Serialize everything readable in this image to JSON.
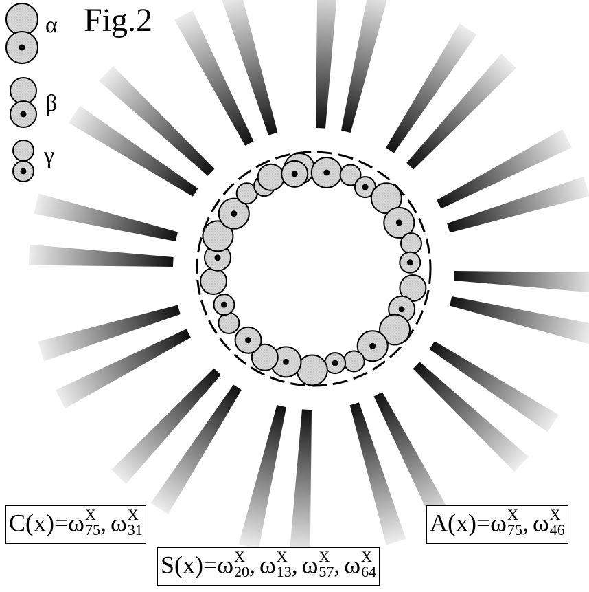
{
  "figure": {
    "title": "Fig.2"
  },
  "legend": [
    {
      "symbol": "α",
      "size": "large"
    },
    {
      "symbol": "β",
      "size": "medium"
    },
    {
      "symbol": "γ",
      "size": "small"
    }
  ],
  "formulas": {
    "C": {
      "lhs": "C(x)=",
      "terms": [
        {
          "base": "ω",
          "sup": "X",
          "sub": "75"
        },
        {
          "base": "ω",
          "sup": "X",
          "sub": "31"
        }
      ]
    },
    "A": {
      "lhs": "A(x)=",
      "terms": [
        {
          "base": "ω",
          "sup": "X",
          "sub": "75"
        },
        {
          "base": "ω",
          "sup": "X",
          "sub": "46"
        }
      ]
    },
    "S": {
      "lhs": "S(x)=",
      "terms": [
        {
          "base": "ω",
          "sup": "X",
          "sub": "20"
        },
        {
          "base": "ω",
          "sup": "X",
          "sub": "13"
        },
        {
          "base": "ω",
          "sup": "X",
          "sub": "57"
        },
        {
          "base": "ω",
          "sup": "X",
          "sub": "64"
        }
      ]
    }
  },
  "colors": {
    "circle_fill": "#d4d4d4",
    "stroke": "#000000",
    "ray_dark": "#111111",
    "ray_light": "#ededed"
  }
}
